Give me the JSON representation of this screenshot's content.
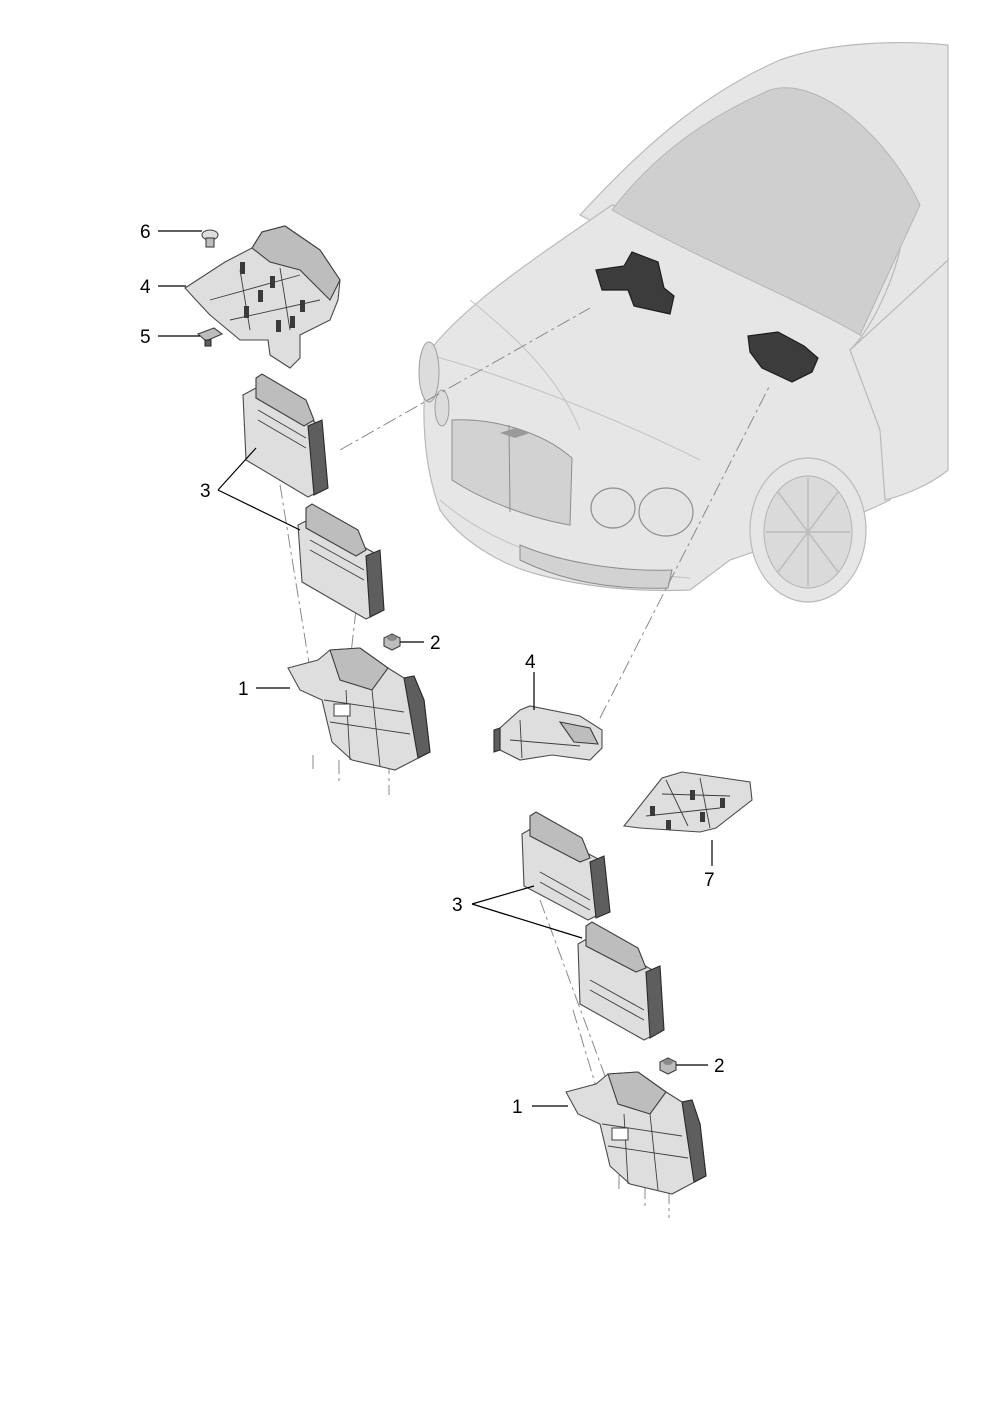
{
  "diagram": {
    "callouts": {
      "c1_left": "1",
      "c2_left": "2",
      "c3_left": "3",
      "c4_left": "4",
      "c5_left": "5",
      "c6_left": "6",
      "c4_right": "4",
      "c7_right": "7",
      "c3_right": "3",
      "c2_right": "2",
      "c1_right": "1"
    },
    "colors": {
      "car_body": "#e6e6e6",
      "location_marker": "#3c3c3c",
      "part_fill": "#dedede",
      "part_outline": "#3e3e3e"
    }
  }
}
